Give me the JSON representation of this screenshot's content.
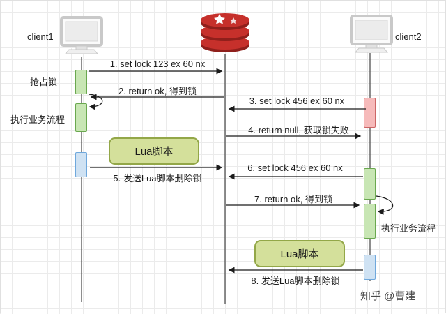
{
  "diagram_type": "sequence-diagram",
  "topic": "Redis distributed lock flow",
  "actors": {
    "client1": {
      "label": "client1",
      "icon": "computer-icon"
    },
    "redis": {
      "label": "",
      "icon": "redis-logo-icon"
    },
    "client2": {
      "label": "client2",
      "icon": "computer-icon"
    }
  },
  "messages": [
    {
      "label": "1. set lock 123 ex 60 nx",
      "from": "client1",
      "to": "redis"
    },
    {
      "label": "2. return ok, 得到锁",
      "from": "redis",
      "to": "client1"
    },
    {
      "label": "3. set lock 456 ex 60 nx",
      "from": "client2",
      "to": "redis"
    },
    {
      "label": "4. return null, 获取锁失败",
      "from": "redis",
      "to": "client2"
    },
    {
      "label": "5. 发送Lua脚本删除锁",
      "from": "client1",
      "to": "redis"
    },
    {
      "label": "6. set lock 456 ex 60 nx",
      "from": "client2",
      "to": "redis"
    },
    {
      "label": "7. return ok, 得到锁",
      "from": "redis",
      "to": "client2"
    },
    {
      "label": "8. 发送Lua脚本删除锁",
      "from": "client2",
      "to": "redis"
    }
  ],
  "annotations": {
    "grab_lock": "抢占锁",
    "exec_flow_left": "执行业务流程",
    "exec_flow_right": "执行业务流程",
    "lua_left": "Lua脚本",
    "lua_right": "Lua脚本"
  },
  "watermark": "知乎 @曹建",
  "colors": {
    "activation_green": "#c8e6b4",
    "activation_green_border": "#6aa84f",
    "activation_pink": "#f6baba",
    "activation_pink_border": "#cc6666",
    "activation_blue": "#cfe2f3",
    "activation_blue_border": "#6fa8dc",
    "lua_fill": "#d4e09b",
    "lua_border": "#93a748",
    "redis_red": "#c6302b",
    "redis_dark_red": "#8f1f1b"
  }
}
